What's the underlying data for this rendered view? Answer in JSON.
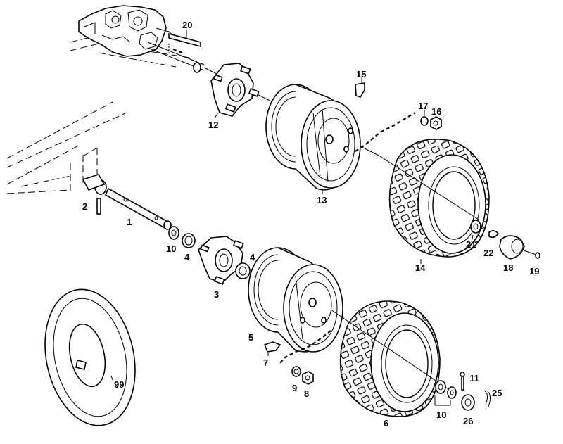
{
  "callouts": {
    "c20": "20",
    "c15": "15",
    "c17": "17",
    "c16": "16",
    "c12": "12",
    "c13": "13",
    "c2": "2",
    "c1": "1",
    "c10a": "10",
    "c4a": "4",
    "c4b": "4",
    "c3": "3",
    "c21": "21",
    "c22": "22",
    "c18": "18",
    "c19": "19",
    "c14": "14",
    "c5": "5",
    "c7": "7",
    "c9": "9",
    "c8": "8",
    "c11": "11",
    "c25": "25",
    "c10b": "10",
    "c26": "26",
    "c6": "6",
    "c99": "99"
  }
}
